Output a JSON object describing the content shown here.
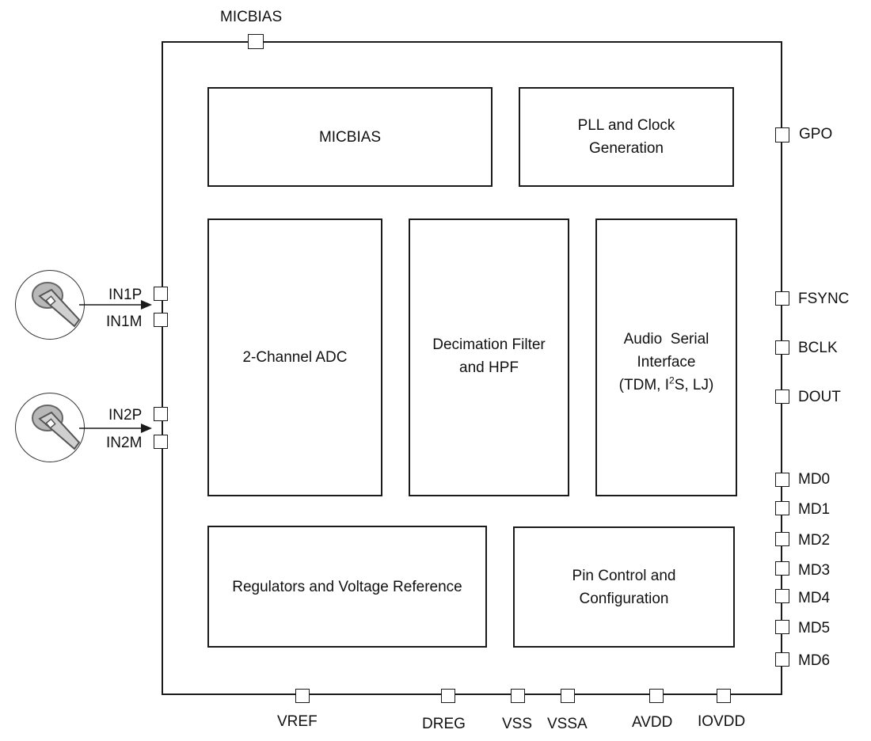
{
  "blocks": {
    "micbias": "MICBIAS",
    "pll_line1": "PLL and Clock",
    "pll_line2": "Generation",
    "adc": "2-Channel ADC",
    "decim_line1": "Decimation Filter",
    "decim_line2": "and HPF",
    "asi_line1": "Audio  Serial",
    "asi_line2": "Interface",
    "asi_line3_a": "(TDM, I",
    "asi_line3_sup": "2",
    "asi_line3_b": "S, LJ)",
    "regulators": "Regulators and Voltage Reference",
    "pinctrl_line1": "Pin Control and",
    "pinctrl_line2": "Configuration"
  },
  "pins": {
    "top": {
      "micbias": "MICBIAS"
    },
    "left": {
      "in1p": "IN1P",
      "in1m": "IN1M",
      "in2p": "IN2P",
      "in2m": "IN2M"
    },
    "right": {
      "gpo": "GPO",
      "fsync": "FSYNC",
      "bclk": "BCLK",
      "dout": "DOUT",
      "md0": "MD0",
      "md1": "MD1",
      "md2": "MD2",
      "md3": "MD3",
      "md4": "MD4",
      "md5": "MD5",
      "md6": "MD6"
    },
    "bottom": {
      "vref": "VREF",
      "dreg": "DREG",
      "vss": "VSS",
      "vssa": "VSSA",
      "avdd": "AVDD",
      "iovdd": "IOVDD"
    }
  },
  "icons": [
    "microphone-icon",
    "microphone-icon"
  ],
  "colors": {
    "line": "#1a1a1a",
    "mic_body": "#b0b0b0",
    "mic_ring": "#555555"
  }
}
